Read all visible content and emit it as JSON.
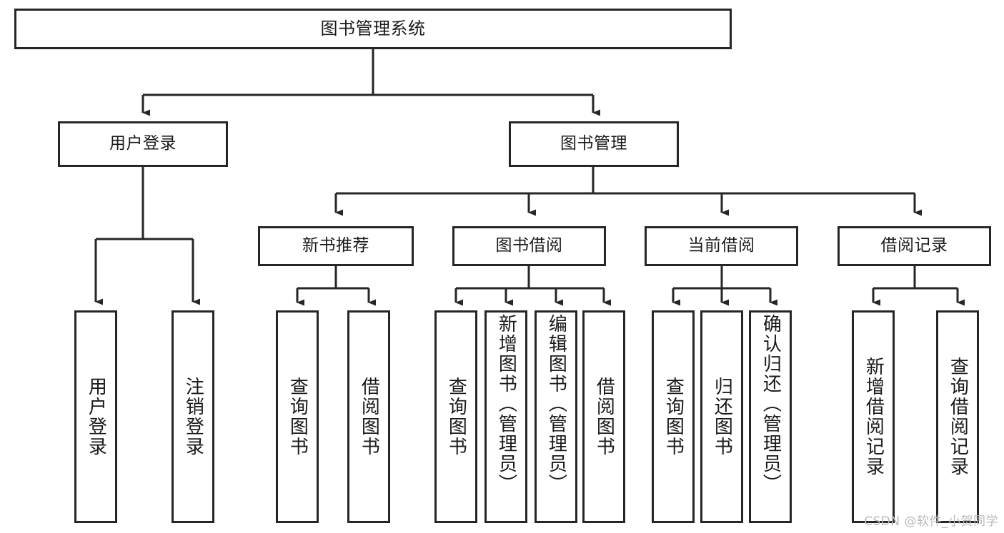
{
  "diagram": {
    "title": "图书管理系统",
    "watermark": "CSDN @软件_小贺同学",
    "colors": {
      "stroke": "#262626",
      "text": "#1a1a1a",
      "background": "#ffffff",
      "watermark": "#b9b9b9"
    },
    "root": {
      "label": "图书管理系统"
    },
    "level2": [
      {
        "label": "用户登录"
      },
      {
        "label": "图书管理"
      }
    ],
    "level3": [
      {
        "label": "新书推荐"
      },
      {
        "label": "图书借阅"
      },
      {
        "label": "当前借阅"
      },
      {
        "label": "借阅记录"
      }
    ],
    "leaves": {
      "user_login": [
        {
          "label": "用户登录"
        },
        {
          "label": "注销登录"
        }
      ],
      "new_book_recommend": [
        {
          "label": "查询图书"
        },
        {
          "label": "借阅图书"
        }
      ],
      "book_borrow": [
        {
          "label": "查询图书"
        },
        {
          "label": "新增图书（管理员）"
        },
        {
          "label": "编辑图书（管理员）"
        },
        {
          "label": "借阅图书"
        }
      ],
      "current_borrow": [
        {
          "label": "查询图书"
        },
        {
          "label": "归还图书"
        },
        {
          "label": "确认归还（管理员）"
        }
      ],
      "borrow_records": [
        {
          "label": "新增借阅记录"
        },
        {
          "label": "查询借阅记录"
        }
      ]
    }
  }
}
